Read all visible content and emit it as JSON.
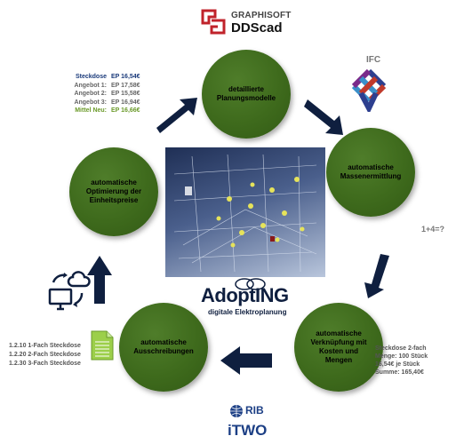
{
  "logos": {
    "graphisoft_top": "GRAPHISOFT",
    "graphisoft_bottom": "DDScad",
    "ifc": "IFC",
    "adopting": "AdoptING",
    "adopting_sub": "digitale Elektroplanung",
    "rib": "RIB",
    "itwo": "iTWO"
  },
  "nodes": {
    "top": "detaillierte\nPlanungsmodelle",
    "right": "automatische\nMassenermittlung",
    "bottom_right": "automatische\nVerknüpfung mit\nKosten und\nMengen",
    "bottom_left": "automatische\nAusschreibungen",
    "left": "automatische\nOptimierung der\nEinheitspreise"
  },
  "price_table": [
    {
      "label": "Steckdose",
      "value": "EP 16,54€",
      "color": "#1a3a7a"
    },
    {
      "label": "Angebot 1:",
      "value": "EP 17,58€",
      "color": "#666666"
    },
    {
      "label": "Angebot 2:",
      "value": "EP 15,58€",
      "color": "#666666"
    },
    {
      "label": "Angebot 3:",
      "value": "EP 16,94€",
      "color": "#666666"
    },
    {
      "label": "Mittel Neu:",
      "value": "EP 16,66€",
      "color": "#6b9a2a"
    }
  ],
  "formula": "1+4=?",
  "quantity_info": {
    "line1": "Steckdose 2-fach",
    "line2": "Menge: 100 Stück",
    "line3": "16,54€ je Stück",
    "line4": "Summe: 165,40€"
  },
  "tender_items": [
    "1.2.10 1-Fach Steckdose",
    "1.2.20 2-Fach Steckdose",
    "1.2.30 3-Fach Steckdose"
  ],
  "colors": {
    "node_green": "#3e6a1c",
    "arrow_navy": "#0f1f3f",
    "brand_red": "#c0232b",
    "rib_blue": "#1c3f85"
  }
}
